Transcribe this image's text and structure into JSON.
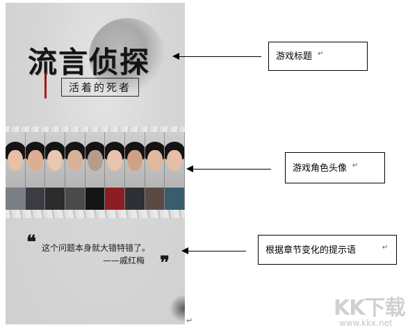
{
  "phone": {
    "title": "流言侦探",
    "subtitle": "活着的死者",
    "quote_open": "❝",
    "quote_text": "这个问题本身就大错特错了。",
    "quote_author": "——戚红梅",
    "quote_close": "❞"
  },
  "annotations": {
    "title_label": "游戏标题",
    "portraits_label": "游戏角色头像",
    "hint_label": "根据章节变化的提示语",
    "para_mark": "↵"
  },
  "portrait_colors": [
    {
      "skin": "#e7c0a6",
      "body": "#7b7f86"
    },
    {
      "skin": "#dcae92",
      "body": "#3b3b44"
    },
    {
      "skin": "#eac7b0",
      "body": "#2c2c2c"
    },
    {
      "skin": "#d9b199",
      "body": "#4a4a4a"
    },
    {
      "skin": "#b89c8a",
      "body": "#151515"
    },
    {
      "skin": "#e9c3ad",
      "body": "#8b1e22"
    },
    {
      "skin": "#cfa286",
      "body": "#2f2f36"
    },
    {
      "skin": "#e2b89f",
      "body": "#5a4a44"
    },
    {
      "skin": "#e5c0a6",
      "body": "#3a5d6e"
    }
  ],
  "watermark": {
    "logo": "KK下载",
    "url": "www.kkx.net"
  }
}
